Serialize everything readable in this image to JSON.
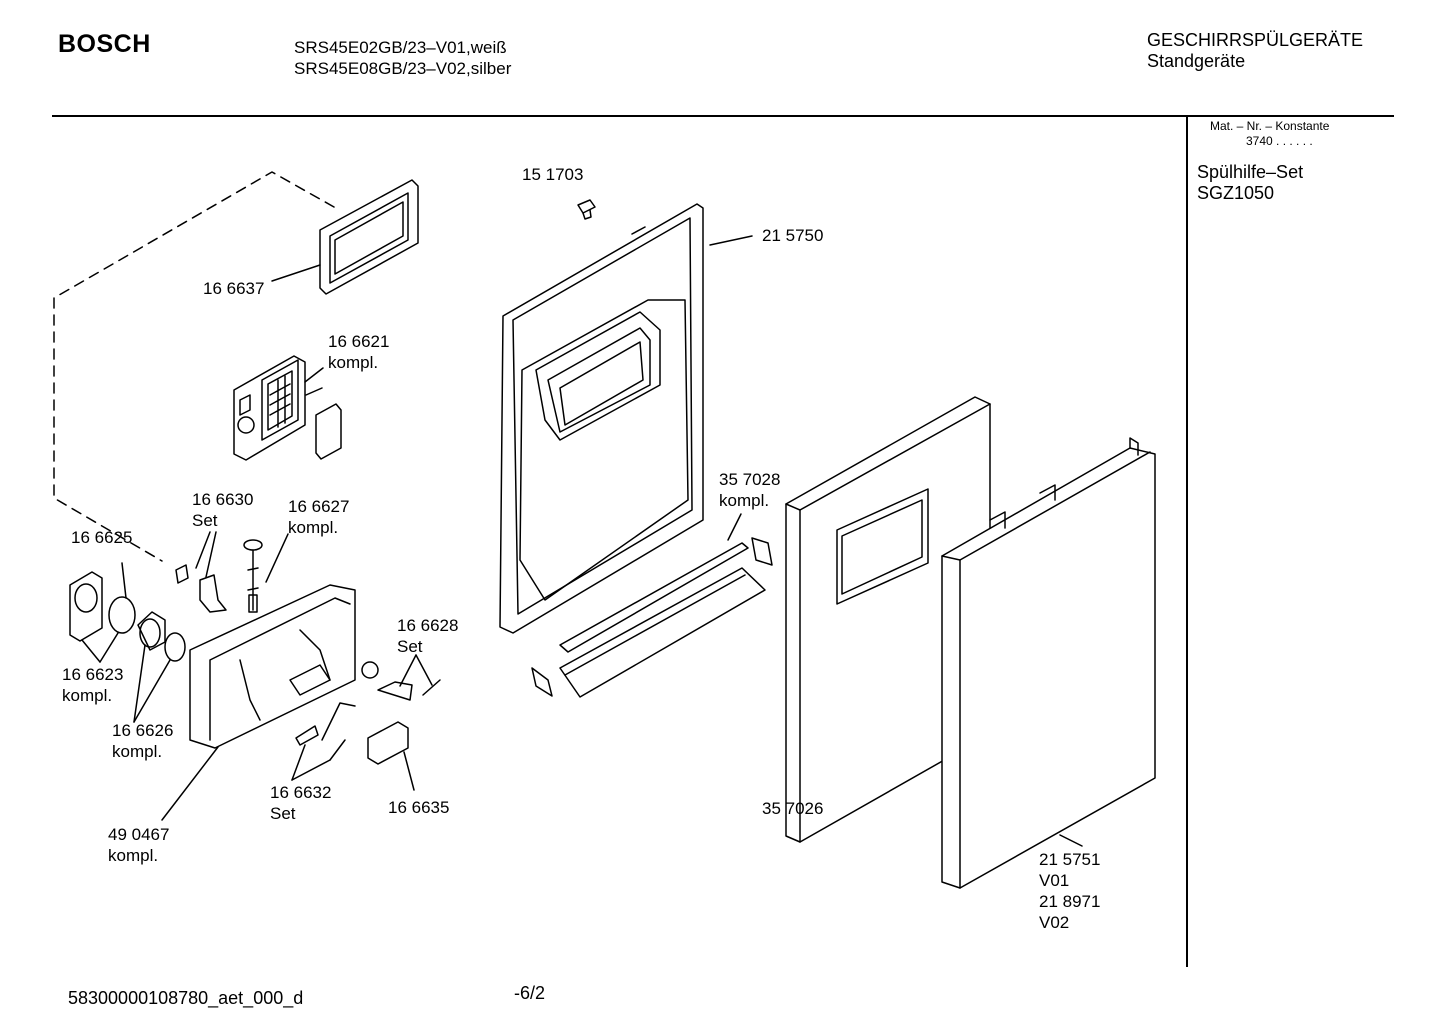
{
  "header": {
    "brand": "BOSCH",
    "model_line_1": "SRS45E02GB/23–V01,weiß",
    "model_line_2": "SRS45E08GB/23–V02,silber",
    "category_line_1": "GESCHIRRSPÜLGERÄTE",
    "category_line_2": "Standgeräte"
  },
  "side_panel": {
    "mat_label": "Mat. – Nr. – Konstante",
    "mat_value": "3740 . . . . . .",
    "set_line_1": "Spülhilfe–Set",
    "set_line_2": "SGZ1050"
  },
  "parts": {
    "p151703": "15 1703",
    "p215750": "21 5750",
    "p166637": "16 6637",
    "p166621": "16 6621",
    "p166621_sub": "kompl.",
    "p357028": "35 7028",
    "p357028_sub": "kompl.",
    "p166630": "16 6630",
    "p166630_sub": "Set",
    "p166627": "16 6627",
    "p166627_sub": "kompl.",
    "p166625": "16 6625",
    "p166628": "16 6628",
    "p166628_sub": "Set",
    "p166623": "16 6623",
    "p166623_sub": "kompl.",
    "p166626": "16 6626",
    "p166626_sub": "kompl.",
    "p166632": "16 6632",
    "p166632_sub": "Set",
    "p166635": "16 6635",
    "p357026": "35 7026",
    "p490467": "49 0467",
    "p490467_sub": "kompl.",
    "p215751": "21 5751",
    "p215751_v": "V01",
    "p218971": "21 8971",
    "p218971_v": "V02"
  },
  "footer": {
    "doc_id": "58300000108780_aet_000_d",
    "page": "-6/2"
  }
}
